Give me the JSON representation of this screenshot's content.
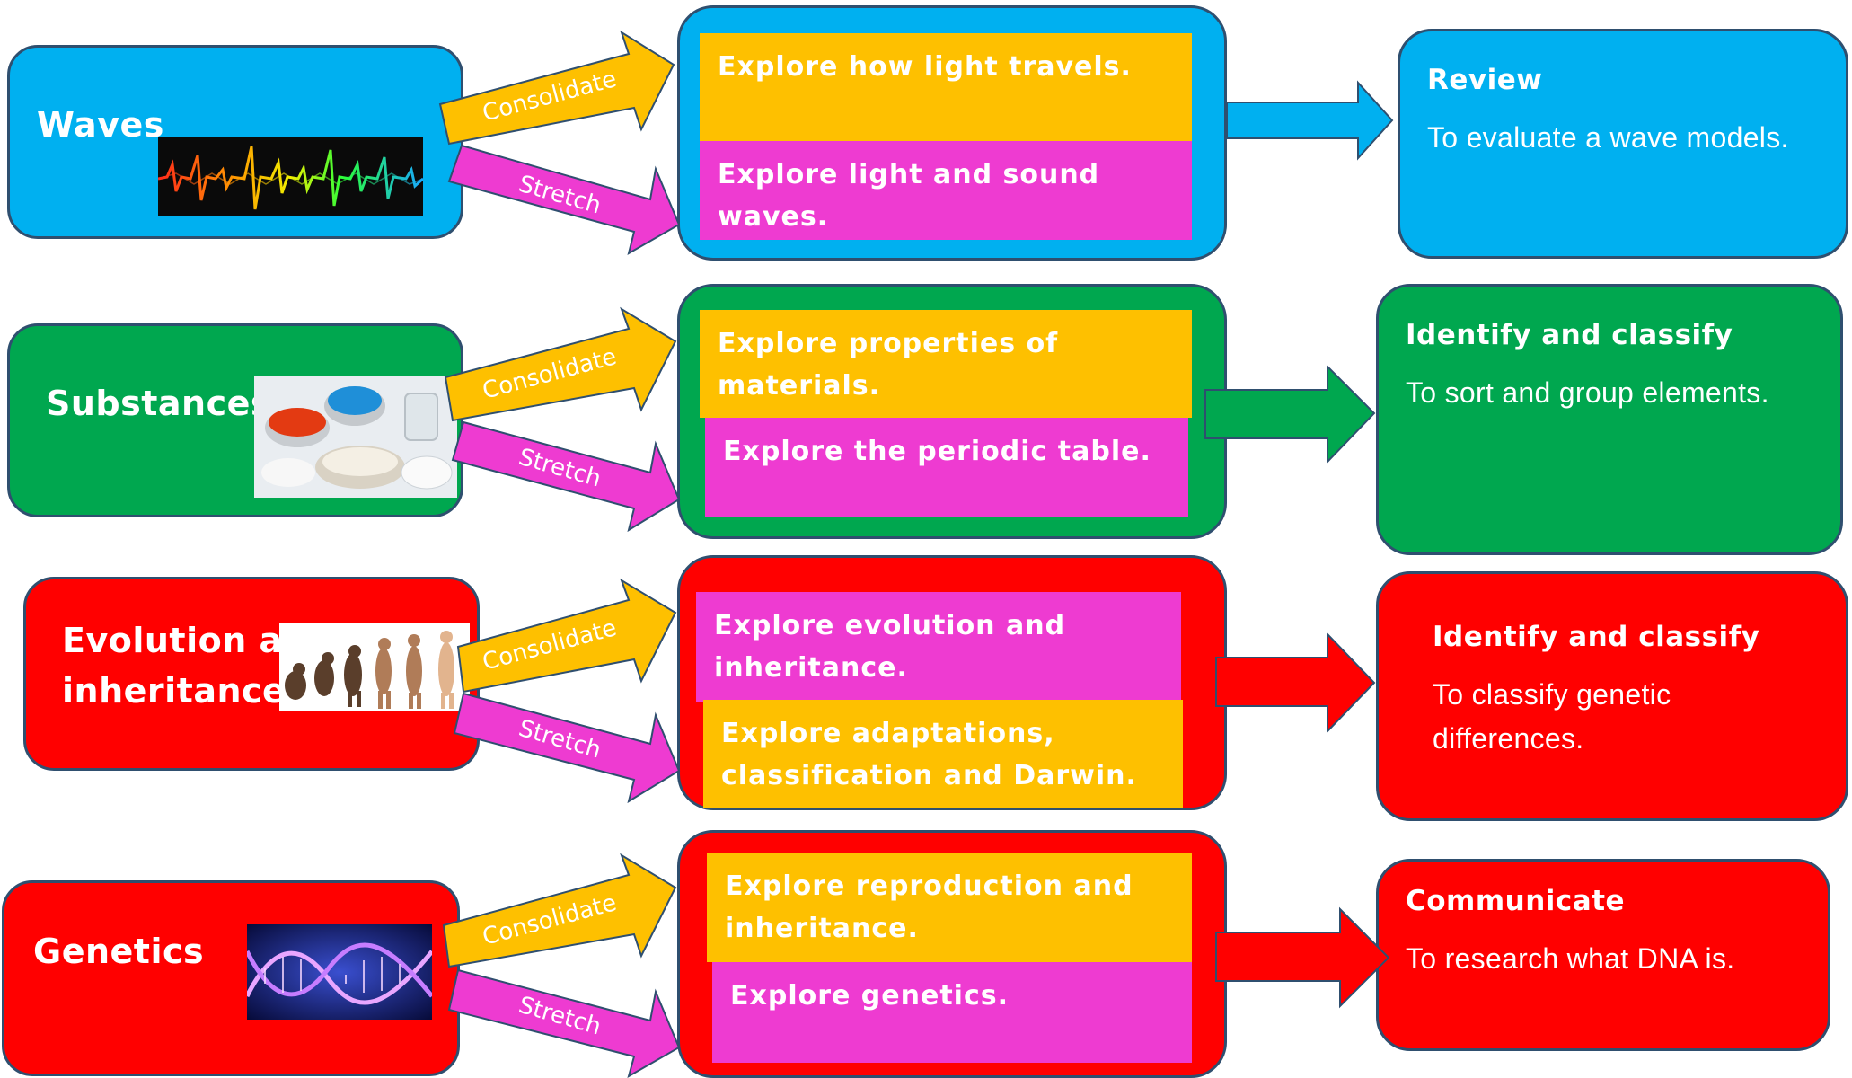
{
  "colors": {
    "blue": "#00b0f0",
    "green": "#00a74f",
    "red": "#ff0000",
    "yellow": "#fec000",
    "pink": "#ee3bd1"
  },
  "arrow_labels": {
    "consolidate": "Consolidate",
    "stretch": "Stretch"
  },
  "rows": [
    {
      "topic": "Waves",
      "image": "wave-spectrum-image",
      "explore_top": "Explore how light travels.",
      "explore_bottom": "Explore light and sound waves.",
      "target_title": "Review",
      "target_text": "To evaluate a wave models."
    },
    {
      "topic": "Substances",
      "image": "chemical-powders-image",
      "explore_top": "Explore properties of materials.",
      "explore_bottom": "Explore the periodic table.",
      "target_title": "Identify and classify",
      "target_text": "To sort and group elements."
    },
    {
      "topic_line1": "Evolution and",
      "topic_line2": "inheritance",
      "image": "human-evolution-image",
      "explore_top_line1": "Explore evolution and",
      "explore_top_line2": "inheritance.",
      "explore_bottom_line1": "Explore adaptations,",
      "explore_bottom_line2": "classification and Darwin.",
      "target_title": "Identify and classify",
      "target_text_line1": "To classify genetic",
      "target_text_line2": "differences."
    },
    {
      "topic": "Genetics",
      "image": "dna-helix-image",
      "explore_top_line1": "Explore reproduction and",
      "explore_top_line2": "inheritance.",
      "explore_bottom": "Explore genetics.",
      "target_title": "Communicate",
      "target_text": "To research what DNA is."
    }
  ]
}
